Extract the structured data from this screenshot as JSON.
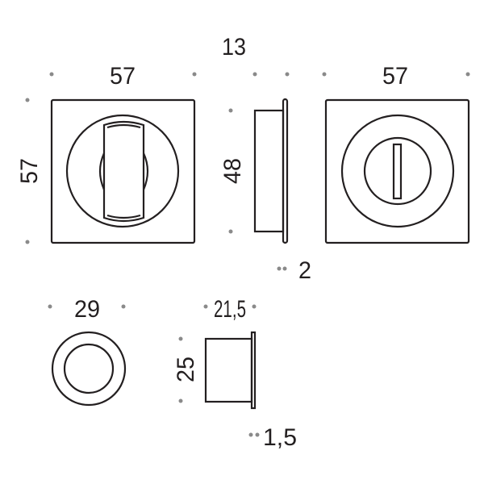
{
  "title": "Sliding door flush pull with privacy lock - dimension drawing",
  "dimensions": {
    "front_width_left": "57",
    "side_depth": "13",
    "front_width_right": "57",
    "front_height": "57",
    "side_height": "48",
    "plate_thickness": "2",
    "round_diameter": "29",
    "round_depth": "21,5",
    "round_height": "25",
    "round_plate_thickness": "1,5"
  },
  "colors": {
    "line": "#231f20",
    "dot": "#8a8a8a"
  }
}
